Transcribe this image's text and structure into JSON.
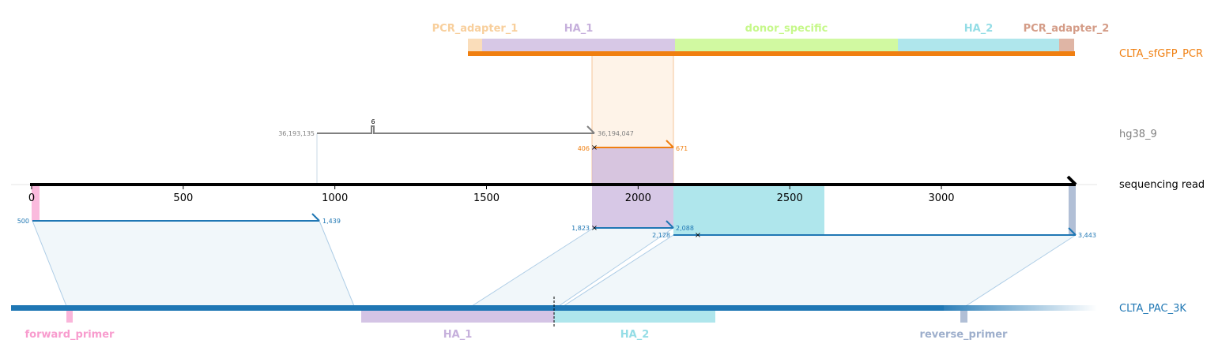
{
  "tracks": {
    "donor": {
      "name": "CLTA_sfGFP_PCR",
      "color": "#f07f10"
    },
    "genomic": {
      "name": "hg38_9",
      "color": "#808080"
    },
    "read": {
      "name": "sequencing read",
      "color": "#000000"
    },
    "target": {
      "name": "CLTA_PAC_3K",
      "color": "#1f77b4"
    }
  },
  "donor_features": [
    {
      "label": "PCR_adapter_1",
      "color": "#f8cf9c"
    },
    {
      "label": "HA_1",
      "color": "#c6b0dc"
    },
    {
      "label": "donor_specific",
      "color": "#c6f88a"
    },
    {
      "label": "HA_2",
      "color": "#94dde6"
    },
    {
      "label": "PCR_adapter_2",
      "color": "#d49c87"
    }
  ],
  "target_features": [
    {
      "label": "forward_primer",
      "color": "#f89cce"
    },
    {
      "label": "HA_1",
      "color": "#c6b0dc"
    },
    {
      "label": "HA_2",
      "color": "#94dde6"
    },
    {
      "label": "reverse_primer",
      "color": "#9eafcc"
    }
  ],
  "read_axis": {
    "min": 0,
    "max": 3443,
    "ticks": [
      "0",
      "500",
      "1000",
      "1500",
      "2000",
      "2500",
      "3000"
    ]
  },
  "genomic_alignment": {
    "start_label": "36,193,135",
    "end_label": "36,194,047",
    "deletion_label": "6"
  },
  "donor_alignment": {
    "start_label": "406",
    "end_label": "671"
  },
  "target_alignments": [
    {
      "start_label": "500",
      "end_label": "1,439"
    },
    {
      "start_label": "1,823",
      "end_label": "2,088"
    },
    {
      "start_label": "2,128",
      "end_label": "3,443"
    }
  ]
}
